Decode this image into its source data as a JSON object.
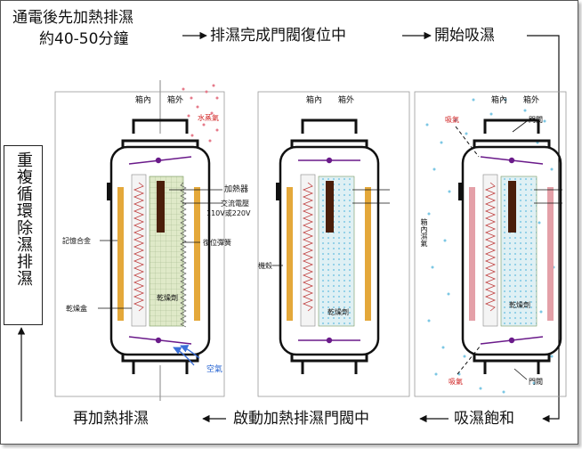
{
  "flow": {
    "step1_line1": "通電後先加熱排濕",
    "step1_line2": "約40-50分鐘",
    "step2": "排濕完成門閥復位中",
    "step3": "開始吸濕",
    "step4": "吸濕飽和",
    "step5": "啟動加熱排濕門閥中",
    "step6": "再加熱排濕",
    "loop": "重複循環除濕排濕"
  },
  "labels": {
    "inside": "箱內",
    "outside": "箱外",
    "steam": "水蒸氣",
    "heater": "加熱器",
    "power_line1": "交流電壓",
    "power_line2": "110V或220V",
    "memory_alloy": "記憶合金",
    "reset_spring": "復位彈簧",
    "desiccant_box": "乾燥盒",
    "desiccant": "乾燥劑",
    "air": "空氣",
    "case": "機殼",
    "moisture_in_box": "箱內濕氣",
    "absorb": "吸氣",
    "valve": "門閥"
  },
  "colors": {
    "frame": "#111111",
    "heater": "#4a1e0a",
    "alloy": "#e4a83a",
    "absorb_pad": "#e4a0a8",
    "desiccant": "#dfe9c8",
    "moisture": "#7cc7e4",
    "steam": "#e67a8a",
    "spring": "#c04040",
    "valve_dot": "#6a1a8a",
    "air_arrow": "#3a6fd8"
  }
}
